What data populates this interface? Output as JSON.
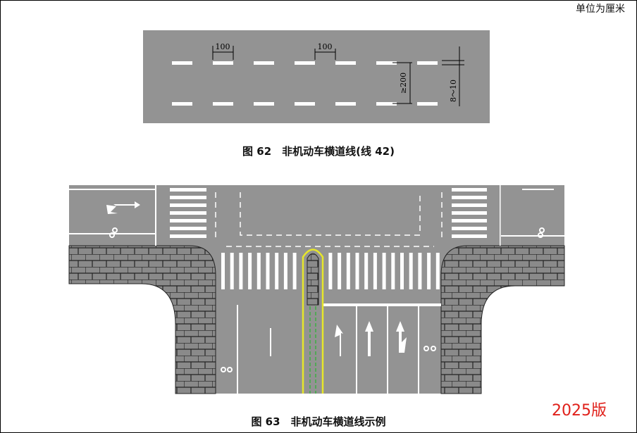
{
  "unit_note": "单位为厘米",
  "figure62": {
    "caption": "图 62　非机动车横道线(线 42)",
    "dim_gap1": "100",
    "dim_gap2": "100",
    "dim_spacing": "≥200",
    "dim_width": "8～10"
  },
  "figure63": {
    "caption": "图 63　非机动车横道线示例"
  },
  "edition": "2025版",
  "colors": {
    "road": "#939393",
    "marking": "#ffffff",
    "median_outline": "#e6e62a",
    "median_center": "#3cb043",
    "edition": "#e0201a"
  }
}
